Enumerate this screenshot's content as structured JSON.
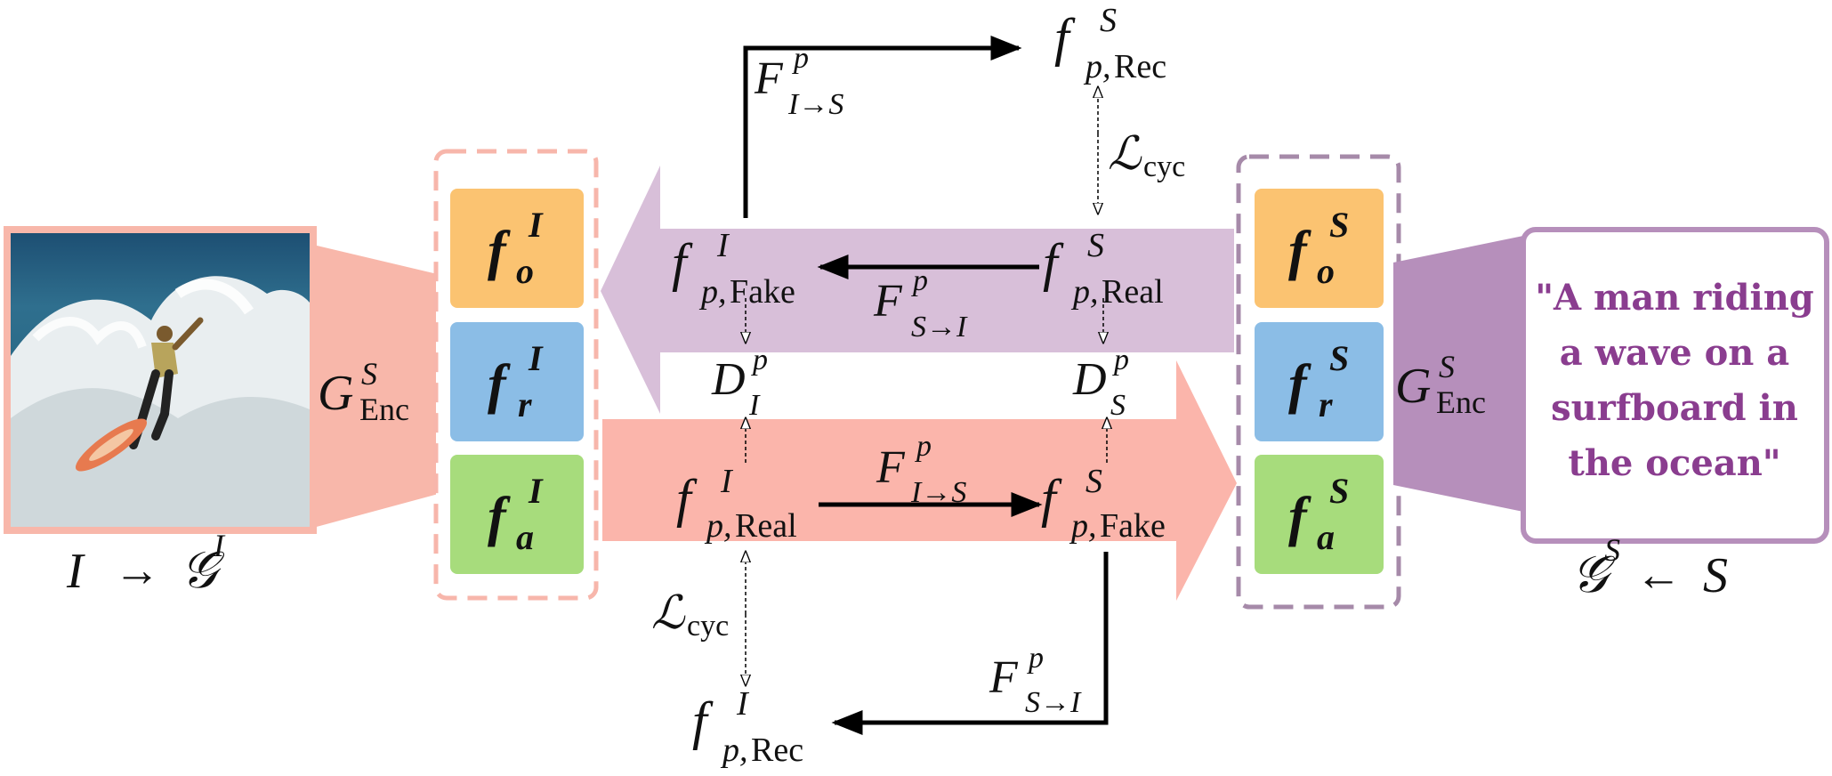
{
  "colors": {
    "image_pink": "#f8b7aa",
    "image_border": "#f6b0a3",
    "purple_light": "#d8bfd9",
    "purple_dark": "#b68fbb",
    "pink_band": "#fbb5ab",
    "orange_box": "#fbc371",
    "blue_box": "#8bbde6",
    "green_box": "#a7dc7c",
    "pink_dash": "#f7b6ab",
    "purple_dash": "#a68aa9",
    "caption_text": "#8a3d8f"
  },
  "image_panel": {
    "icon": "surfer-photo",
    "caption_lhs": "I",
    "caption_arrow": "→",
    "caption_rhs": "𝒢",
    "caption_rhs_sup": "I"
  },
  "sentence_panel": {
    "lines": [
      "\"A man riding",
      "a wave on a",
      "surfboard in",
      "the ocean\""
    ],
    "caption_lhs": "𝒢",
    "caption_lhs_sup": "S",
    "caption_arrow": "←",
    "caption_rhs": "S"
  },
  "encoders": {
    "left": {
      "base": "G",
      "sup": "S",
      "sub": "Enc"
    },
    "right": {
      "base": "G",
      "sup": "S",
      "sub": "Enc"
    }
  },
  "image_features": [
    {
      "base": "f",
      "sup": "I",
      "sub": "o"
    },
    {
      "base": "f",
      "sup": "I",
      "sub": "r"
    },
    {
      "base": "f",
      "sup": "I",
      "sub": "a"
    }
  ],
  "sentence_features": [
    {
      "base": "f",
      "sup": "S",
      "sub": "o"
    },
    {
      "base": "f",
      "sup": "S",
      "sub": "r"
    },
    {
      "base": "f",
      "sup": "S",
      "sub": "a"
    }
  ],
  "center": {
    "f_p_fake_I": {
      "base": "f",
      "sup": "I",
      "sub": "p,",
      "sub_rm": "Fake"
    },
    "f_p_real_S": {
      "base": "f",
      "sup": "S",
      "sub": "p,",
      "sub_rm": "Real"
    },
    "f_p_real_I": {
      "base": "f",
      "sup": "I",
      "sub": "p,",
      "sub_rm": "Real"
    },
    "f_p_fake_S": {
      "base": "f",
      "sup": "S",
      "sub": "p,",
      "sub_rm": "Fake"
    },
    "f_p_rec_S": {
      "base": "f",
      "sup": "S",
      "sub": "p,",
      "sub_rm": "Rec"
    },
    "f_p_rec_I": {
      "base": "f",
      "sup": "I",
      "sub": "p,",
      "sub_rm": "Rec"
    },
    "D_I": {
      "base": "D",
      "sup": "p",
      "sub": "I"
    },
    "D_S": {
      "base": "D",
      "sup": "p",
      "sub": "S"
    },
    "F_S_to_I": {
      "base": "F",
      "sup": "p",
      "sub": "S→I"
    },
    "F_I_to_S": {
      "base": "F",
      "sup": "p",
      "sub": "I→S"
    },
    "F_I_to_S_top": {
      "base": "F",
      "sup": "p",
      "sub": "I→S"
    },
    "F_S_to_I_bottom": {
      "base": "F",
      "sup": "p",
      "sub": "S→I"
    },
    "L_cyc_top": {
      "base": "ℒ",
      "sub_rm": "cyc"
    },
    "L_cyc_bottom": {
      "base": "ℒ",
      "sub_rm": "cyc"
    }
  }
}
